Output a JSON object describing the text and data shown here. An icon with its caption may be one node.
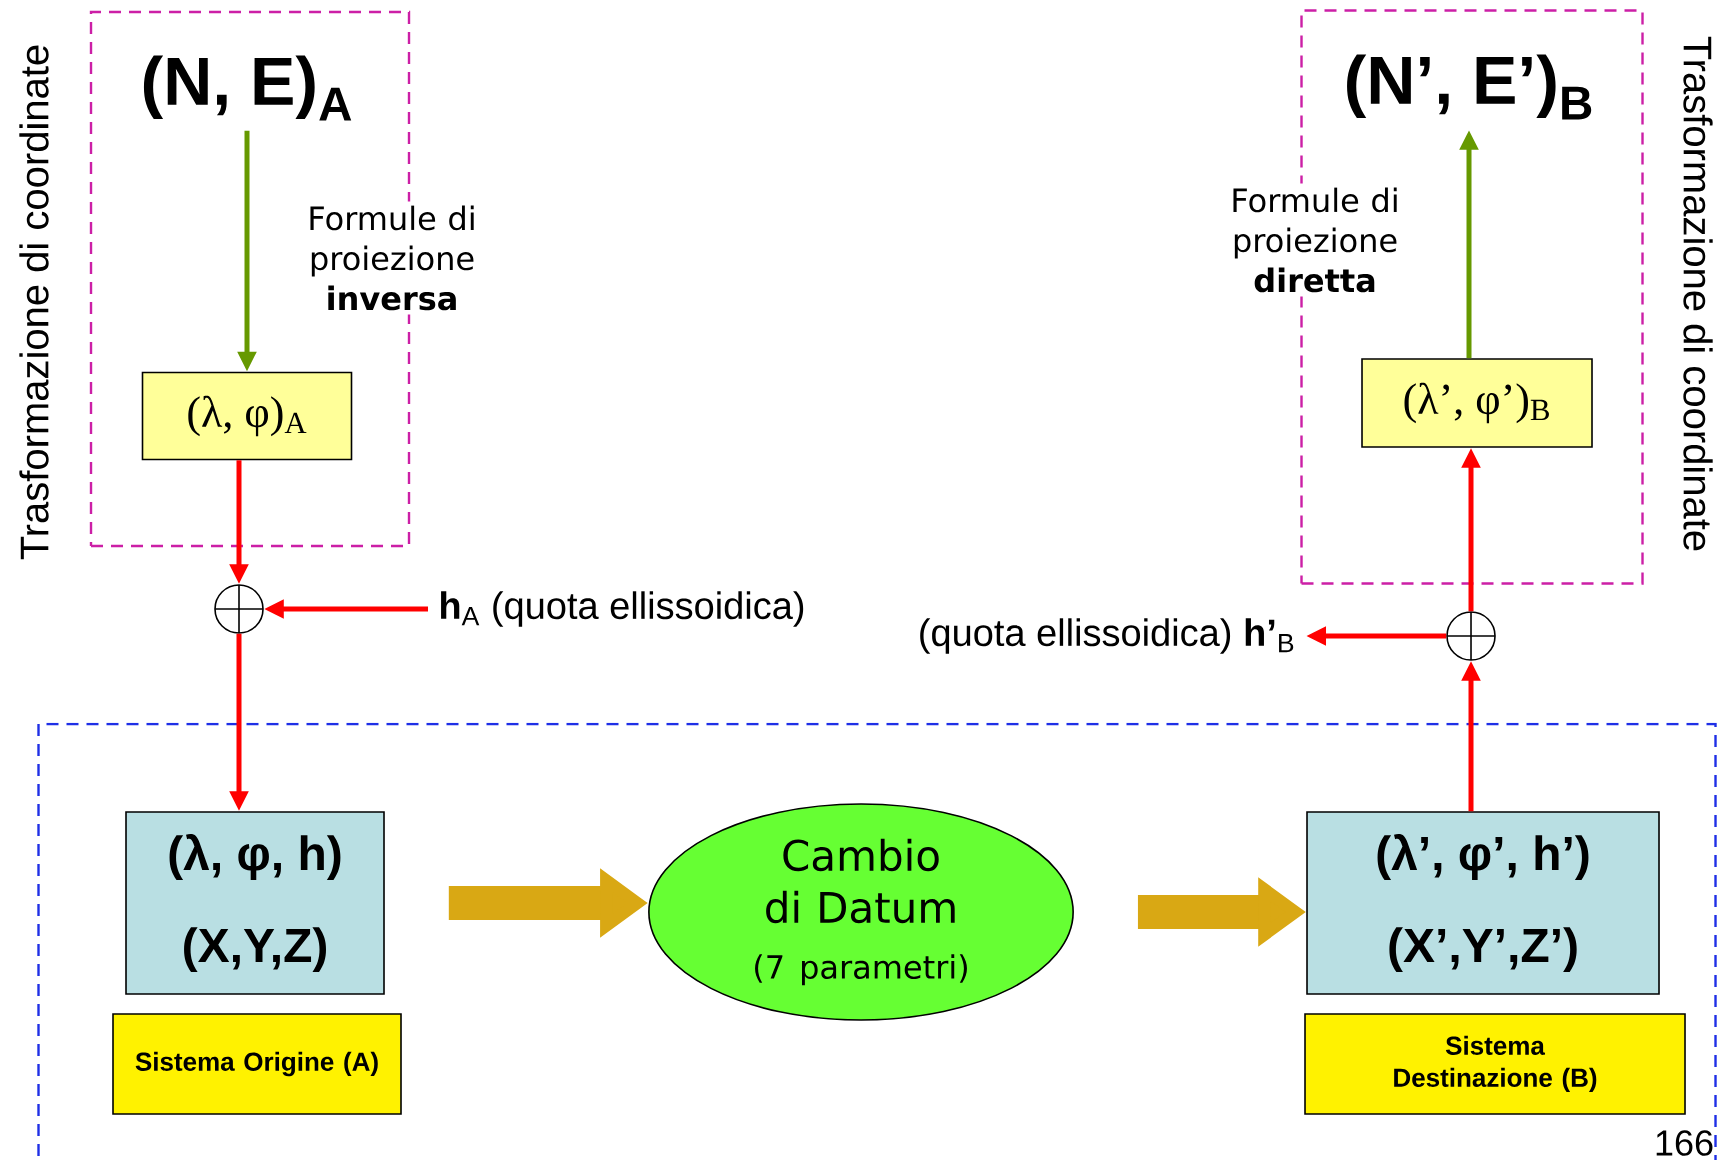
{
  "diagram": {
    "nodes": [
      {
        "text": [
          "Trasformazione di coordinate"
        ]
      },
      {
        "text": [
          "(N, E)$_{A}$"
        ],
        "in": 0
      },
      {
        "text": [
          "(λ, φ)$_{A}$"
        ],
        "in": 0
      },
      {
        "text": [],
        "shape": "circle"
      },
      {
        "text": [
          "**h**$_{A}$ (quota ellissoidica)"
        ]
      },
      {
        "text": [],
        "shape": "box"
      },
      {
        "text": [
          "(λ, φ, h)",
          "(X,Y,Z)"
        ],
        "in": 5
      },
      {
        "text": [
          "Sistema Origine (A)"
        ],
        "in": 5
      },
      {
        "text": [
          "Cambio di Datum",
          "(7 parametri)"
        ],
        "in": 5
      },
      {
        "text": [
          "(λ’, φ’, h’)",
          "(X’,Y’,Z’)"
        ],
        "in": 5
      },
      {
        "text": [
          "Sistema Destinazione (B)"
        ],
        "in": 5
      },
      {
        "text": [
          "Trasformazione di coordinate"
        ]
      },
      {
        "text": [
          "(N’, E’)$_{B}$"
        ],
        "in": 11
      },
      {
        "text": [
          "(λ’, φ’)$_{B}$"
        ],
        "in": 11
      },
      {
        "text": [],
        "shape": "circle"
      },
      {
        "text": [
          "(quota ellissoidica) **h’**$_{B}$"
        ]
      }
    ],
    "edges": [
      {
        "from": 1,
        "to": 2,
        "arrow": "to",
        "color": "#669900",
        "label": "Formule di proiezione **inversa**"
      },
      {
        "from": 2,
        "to": 3,
        "arrow": "to"
      },
      {
        "from": 4,
        "to": 3,
        "arrow": "to"
      },
      {
        "from": 3,
        "to": 6,
        "arrow": "to"
      },
      {
        "from": 6,
        "to": 8,
        "arrow": "to",
        "style": "thick",
        "color": "#d9a814"
      },
      {
        "from": 8,
        "to": 9,
        "arrow": "to",
        "style": "thick",
        "color": "#d9a814"
      },
      {
        "from": 9,
        "to": 14,
        "arrow": "to"
      },
      {
        "from": 14,
        "to": 13,
        "arrow": "to"
      },
      {
        "from": 14,
        "to": 15,
        "arrow": "to"
      },
      {
        "from": 13,
        "to": 12,
        "arrow": "to",
        "color": "#669900",
        "label": "Formule di proiezione **diretta**"
      }
    ],
    "labels": [
      "166"
    ]
  }
}
